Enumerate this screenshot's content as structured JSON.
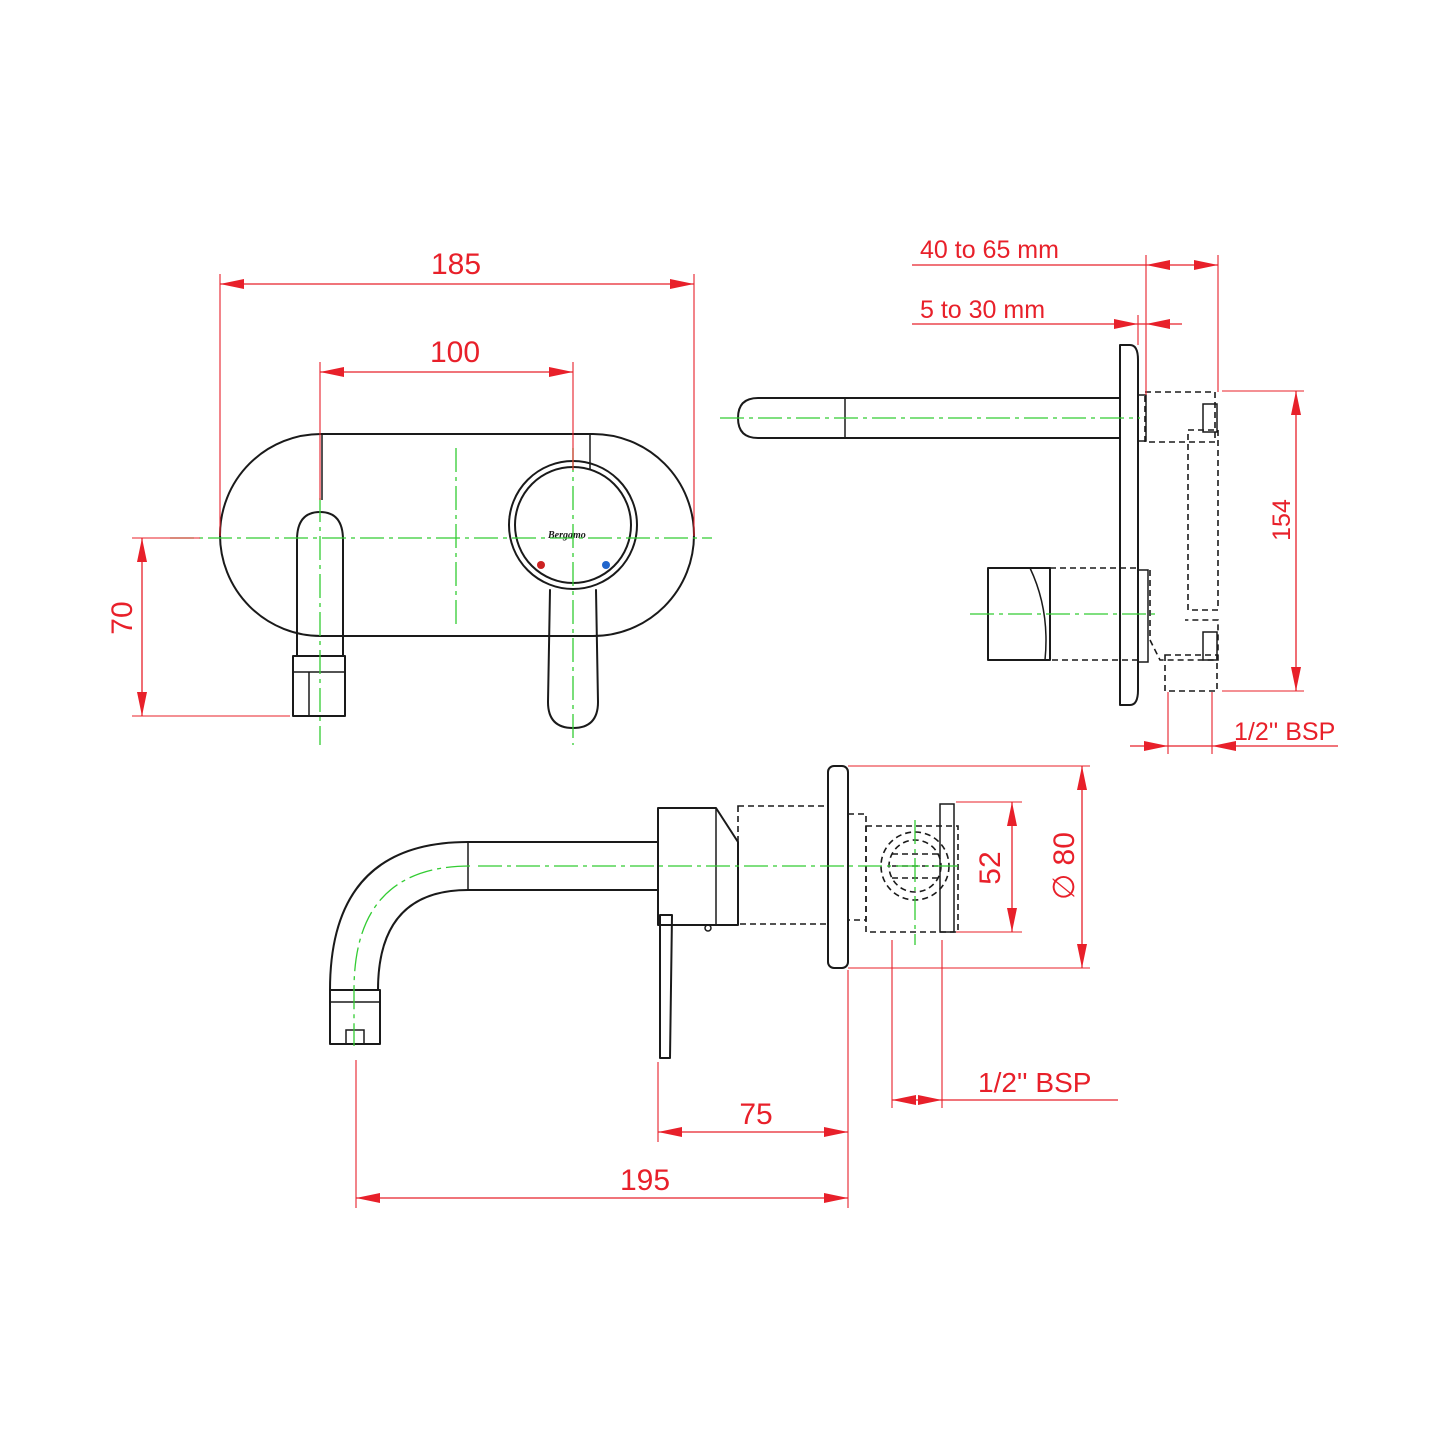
{
  "drawing": {
    "colors": {
      "outline": "#1a1a1a",
      "dimension": "#e8202a",
      "centerline": "#33cc33",
      "hot_indicator": "#cc2222",
      "cold_indicator": "#2266cc"
    },
    "front_view": {
      "dim_overall_width": "185",
      "dim_spout_to_handle": "100",
      "dim_center_height": "70",
      "logo_text": "Bergamo"
    },
    "side_view": {
      "dim_wall_depth_range": "40 to 65 mm",
      "dim_plate_depth_range": "5 to 30 mm",
      "dim_height": "154",
      "dim_connection": "1/2'' BSP"
    },
    "top_view": {
      "dim_body_square": "52",
      "dim_plate_diameter": "∅ 80",
      "dim_connection": "1/2'' BSP",
      "dim_handle_projection": "75",
      "dim_spout_projection": "195"
    }
  }
}
